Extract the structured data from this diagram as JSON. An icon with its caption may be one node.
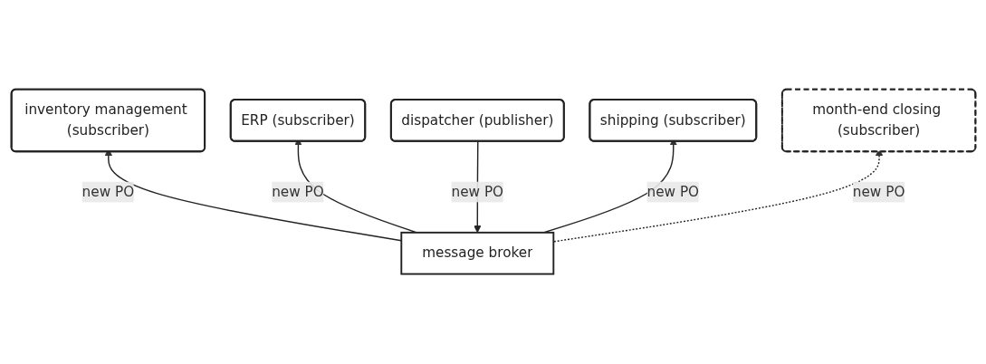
{
  "diagram": {
    "nodes": [
      {
        "text": [
          "inventory management (subscriber)"
        ]
      },
      {
        "text": [
          "ERP (subscriber)"
        ]
      },
      {
        "text": [
          "dispatcher (publisher)"
        ]
      },
      {
        "text": [
          "shipping (subscriber)"
        ]
      },
      {
        "text": [
          "month-end closing (subscriber)"
        ]
      },
      {
        "text": [
          "message broker"
        ]
      }
    ],
    "edges": [
      {
        "from": 5,
        "to": 0,
        "arrow": "to",
        "label": "new PO"
      },
      {
        "from": 5,
        "to": 1,
        "arrow": "to",
        "label": "new PO"
      },
      {
        "from": 2,
        "to": 5,
        "arrow": "to",
        "label": "new PO"
      },
      {
        "from": 5,
        "to": 3,
        "arrow": "to",
        "label": "new PO"
      },
      {
        "from": 5,
        "to": 4,
        "arrow": "to",
        "label": "new PO",
        "style": "dashed"
      }
    ]
  }
}
